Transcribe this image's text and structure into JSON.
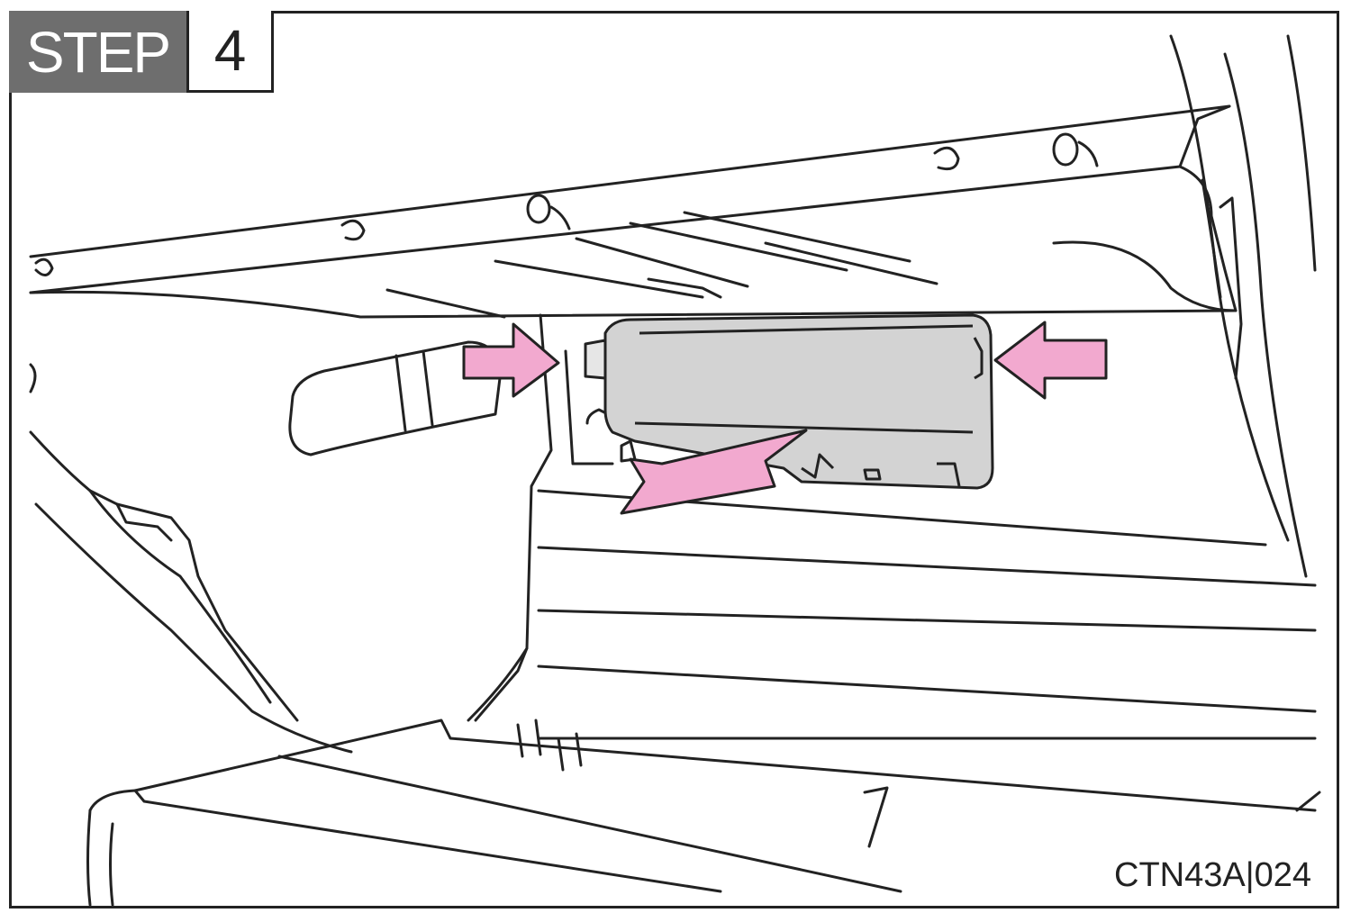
{
  "step": {
    "label": "STEP",
    "number": "4"
  },
  "figure_code": "CTN43A|024",
  "colors": {
    "arrow_fill": "#f2a9cf",
    "cover_fill": "#d3d3d3",
    "line": "#222222",
    "badge_bg": "#6e6e6e"
  },
  "icons": [
    "push-arrow-icon",
    "pull-arrow-icon"
  ]
}
